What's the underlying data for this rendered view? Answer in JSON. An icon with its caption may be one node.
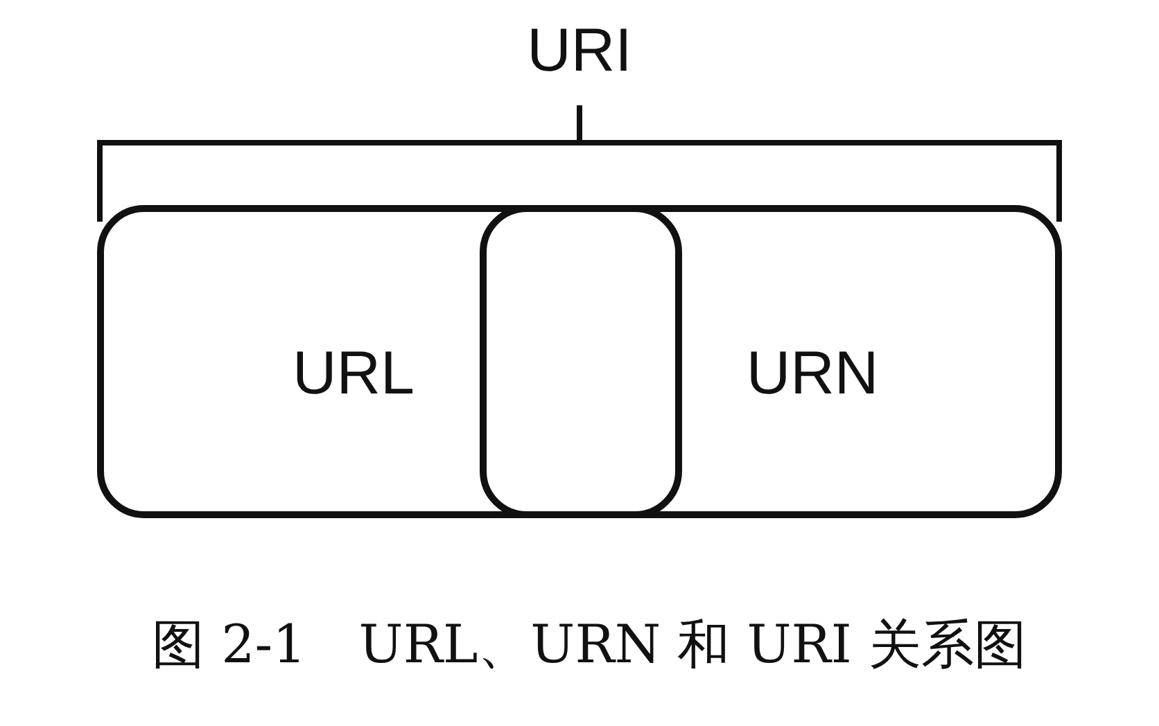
{
  "diagram": {
    "caption": "图 2-1　URL、URN 和 URI 关系图",
    "nodes": [
      {
        "text": [
          "URL"
        ]
      },
      {
        "text": [
          "URN"
        ]
      }
    ],
    "labels": [
      "URI"
    ]
  }
}
